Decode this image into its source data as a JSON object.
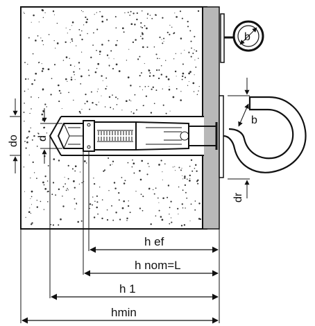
{
  "labels": {
    "do": "do",
    "d": "d",
    "dr": "dr",
    "b_eye": "b",
    "b_hook": "b",
    "hef": "h ef",
    "hnom": "h nom=L",
    "h1": "h 1",
    "hmin": "hmin"
  },
  "colors": {
    "concrete_dots": "#333333",
    "fixture_plate": "#b8b8b8",
    "line": "#111111"
  },
  "icons": {
    "eye": "eye-bolt-icon",
    "hook": "hook-bolt-icon"
  }
}
